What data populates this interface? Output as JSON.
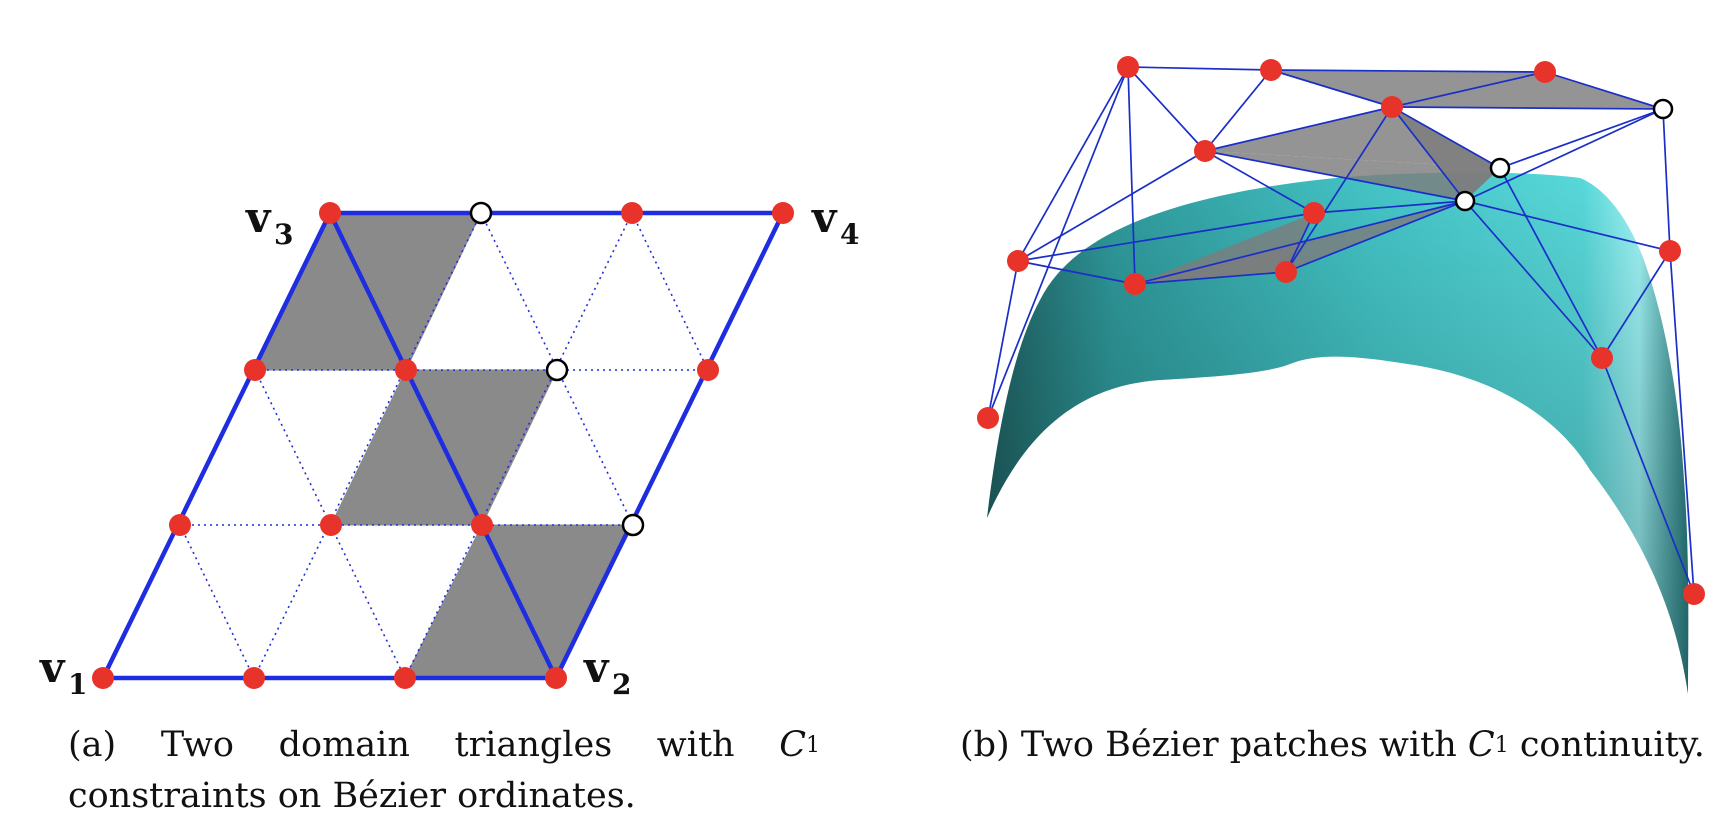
{
  "panel_a": {
    "vertex_labels": [
      {
        "letter": "v",
        "index": "1"
      },
      {
        "letter": "v",
        "index": "2"
      },
      {
        "letter": "v",
        "index": "3"
      },
      {
        "letter": "v",
        "index": "4"
      }
    ],
    "caption": {
      "tag": "(a)",
      "text_before": "Two domain triangles with ",
      "math_symbol": "C",
      "math_sup": "1",
      "text_after": " constraints on Bézier ordinates."
    }
  },
  "panel_b": {
    "caption": {
      "tag": "(b)",
      "text_before": "Two Bézier patches with ",
      "math_symbol": "C",
      "math_sup": "1",
      "text_after": " continuity."
    }
  },
  "colors": {
    "edge_blue": "#1f2de0",
    "control_net_blue": "#1a2ec8",
    "shaded_gray": "#8a8a8a",
    "control_point_red": "#e8332b",
    "free_point_fill": "#ffffff",
    "surface_teal": "#3fbcc0"
  }
}
